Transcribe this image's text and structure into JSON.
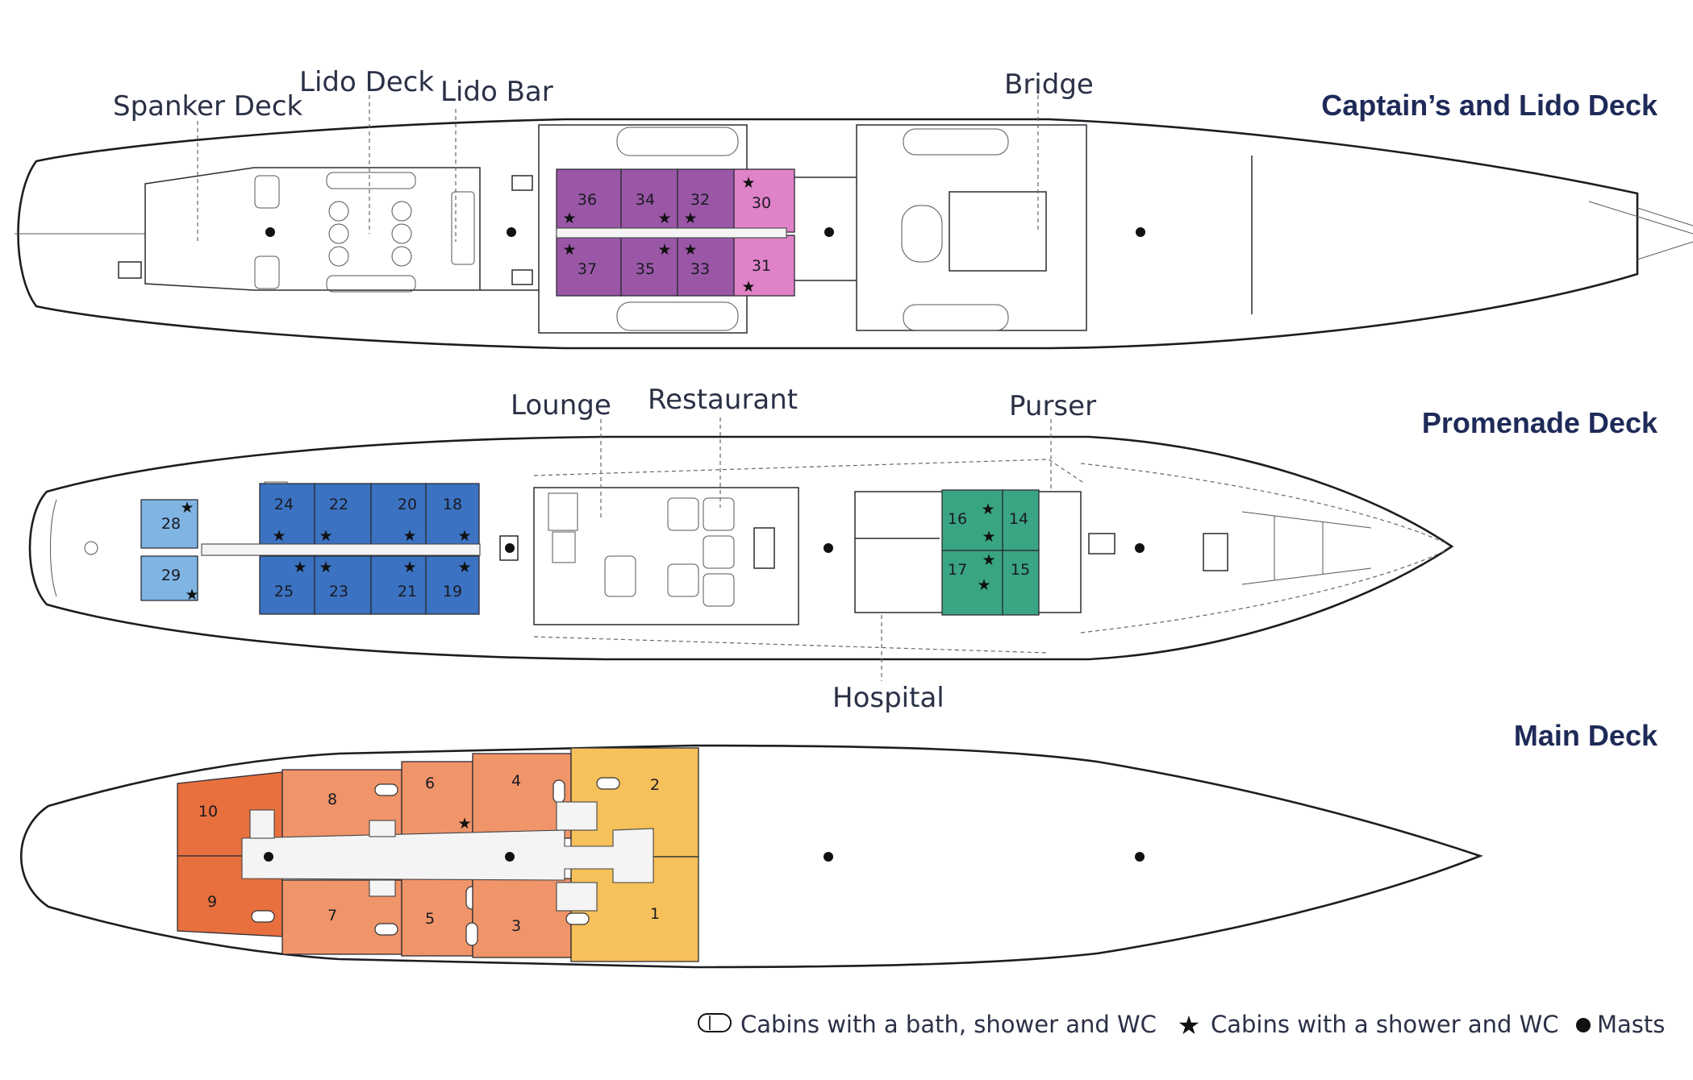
{
  "decks": [
    {
      "name": "Captain’s and Lido Deck"
    },
    {
      "name": "Promenade Deck"
    },
    {
      "name": "Main Deck"
    }
  ],
  "area_labels": {
    "spanker_deck": "Spanker Deck",
    "lido_deck": "Lido Deck",
    "lido_bar": "Lido Bar",
    "bridge": "Bridge",
    "lounge": "Lounge",
    "restaurant": "Restaurant",
    "purser": "Purser",
    "hospital": "Hospital"
  },
  "cabins": {
    "captains_lido": [
      {
        "num": "36",
        "star": true,
        "bath": false,
        "color": "#9a57a6"
      },
      {
        "num": "34",
        "star": true,
        "bath": false,
        "color": "#9a57a6"
      },
      {
        "num": "32",
        "star": true,
        "bath": false,
        "color": "#9a57a6"
      },
      {
        "num": "30",
        "star": true,
        "bath": false,
        "color": "#e082c8"
      },
      {
        "num": "37",
        "star": true,
        "bath": false,
        "color": "#9a57a6"
      },
      {
        "num": "35",
        "star": true,
        "bath": false,
        "color": "#9a57a6"
      },
      {
        "num": "33",
        "star": true,
        "bath": false,
        "color": "#9a57a6"
      },
      {
        "num": "31",
        "star": true,
        "bath": false,
        "color": "#e082c8"
      }
    ],
    "promenade": [
      {
        "num": "28",
        "star": true,
        "bath": false,
        "color": "#7fb4e3"
      },
      {
        "num": "29",
        "star": true,
        "bath": false,
        "color": "#7fb4e3"
      },
      {
        "num": "24",
        "star": true,
        "bath": false,
        "color": "#3b72c2"
      },
      {
        "num": "22",
        "star": true,
        "bath": false,
        "color": "#3b72c2"
      },
      {
        "num": "20",
        "star": true,
        "bath": false,
        "color": "#3b72c2"
      },
      {
        "num": "18",
        "star": true,
        "bath": false,
        "color": "#3b72c2"
      },
      {
        "num": "25",
        "star": true,
        "bath": false,
        "color": "#3b72c2"
      },
      {
        "num": "23",
        "star": true,
        "bath": false,
        "color": "#3b72c2"
      },
      {
        "num": "21",
        "star": true,
        "bath": false,
        "color": "#3b72c2"
      },
      {
        "num": "19",
        "star": true,
        "bath": false,
        "color": "#3b72c2"
      },
      {
        "num": "16",
        "star": true,
        "bath": false,
        "color": "#3aa583"
      },
      {
        "num": "14",
        "star": true,
        "bath": false,
        "color": "#3aa583"
      },
      {
        "num": "17",
        "star": true,
        "bath": false,
        "color": "#3aa583"
      },
      {
        "num": "15",
        "star": true,
        "bath": false,
        "color": "#3aa583"
      }
    ],
    "main": [
      {
        "num": "10",
        "star": true,
        "bath": false,
        "color": "#e8703e"
      },
      {
        "num": "9",
        "star": false,
        "bath": true,
        "color": "#e8703e"
      },
      {
        "num": "8",
        "star": false,
        "bath": true,
        "color": "#f0946a"
      },
      {
        "num": "7",
        "star": false,
        "bath": true,
        "color": "#f0946a"
      },
      {
        "num": "6",
        "star": true,
        "bath": true,
        "color": "#f0946a"
      },
      {
        "num": "5",
        "star": false,
        "bath": true,
        "color": "#f0946a"
      },
      {
        "num": "4",
        "star": false,
        "bath": true,
        "color": "#f0946a"
      },
      {
        "num": "3",
        "star": false,
        "bath": true,
        "color": "#f0946a"
      },
      {
        "num": "2",
        "star": false,
        "bath": true,
        "color": "#f6c05a"
      },
      {
        "num": "1",
        "star": false,
        "bath": true,
        "color": "#f6c05a"
      }
    ]
  },
  "legend": {
    "bath_label": "Cabins with a bath, shower and WC",
    "shower_label": "Cabins with a shower and WC",
    "masts_label": "Masts"
  },
  "icons": {
    "bath": "bath-icon",
    "star": "star-icon",
    "mast": "mast-icon"
  },
  "colors": {
    "deck_title": "#1e2a58",
    "hull_line": "#1c1c22"
  }
}
